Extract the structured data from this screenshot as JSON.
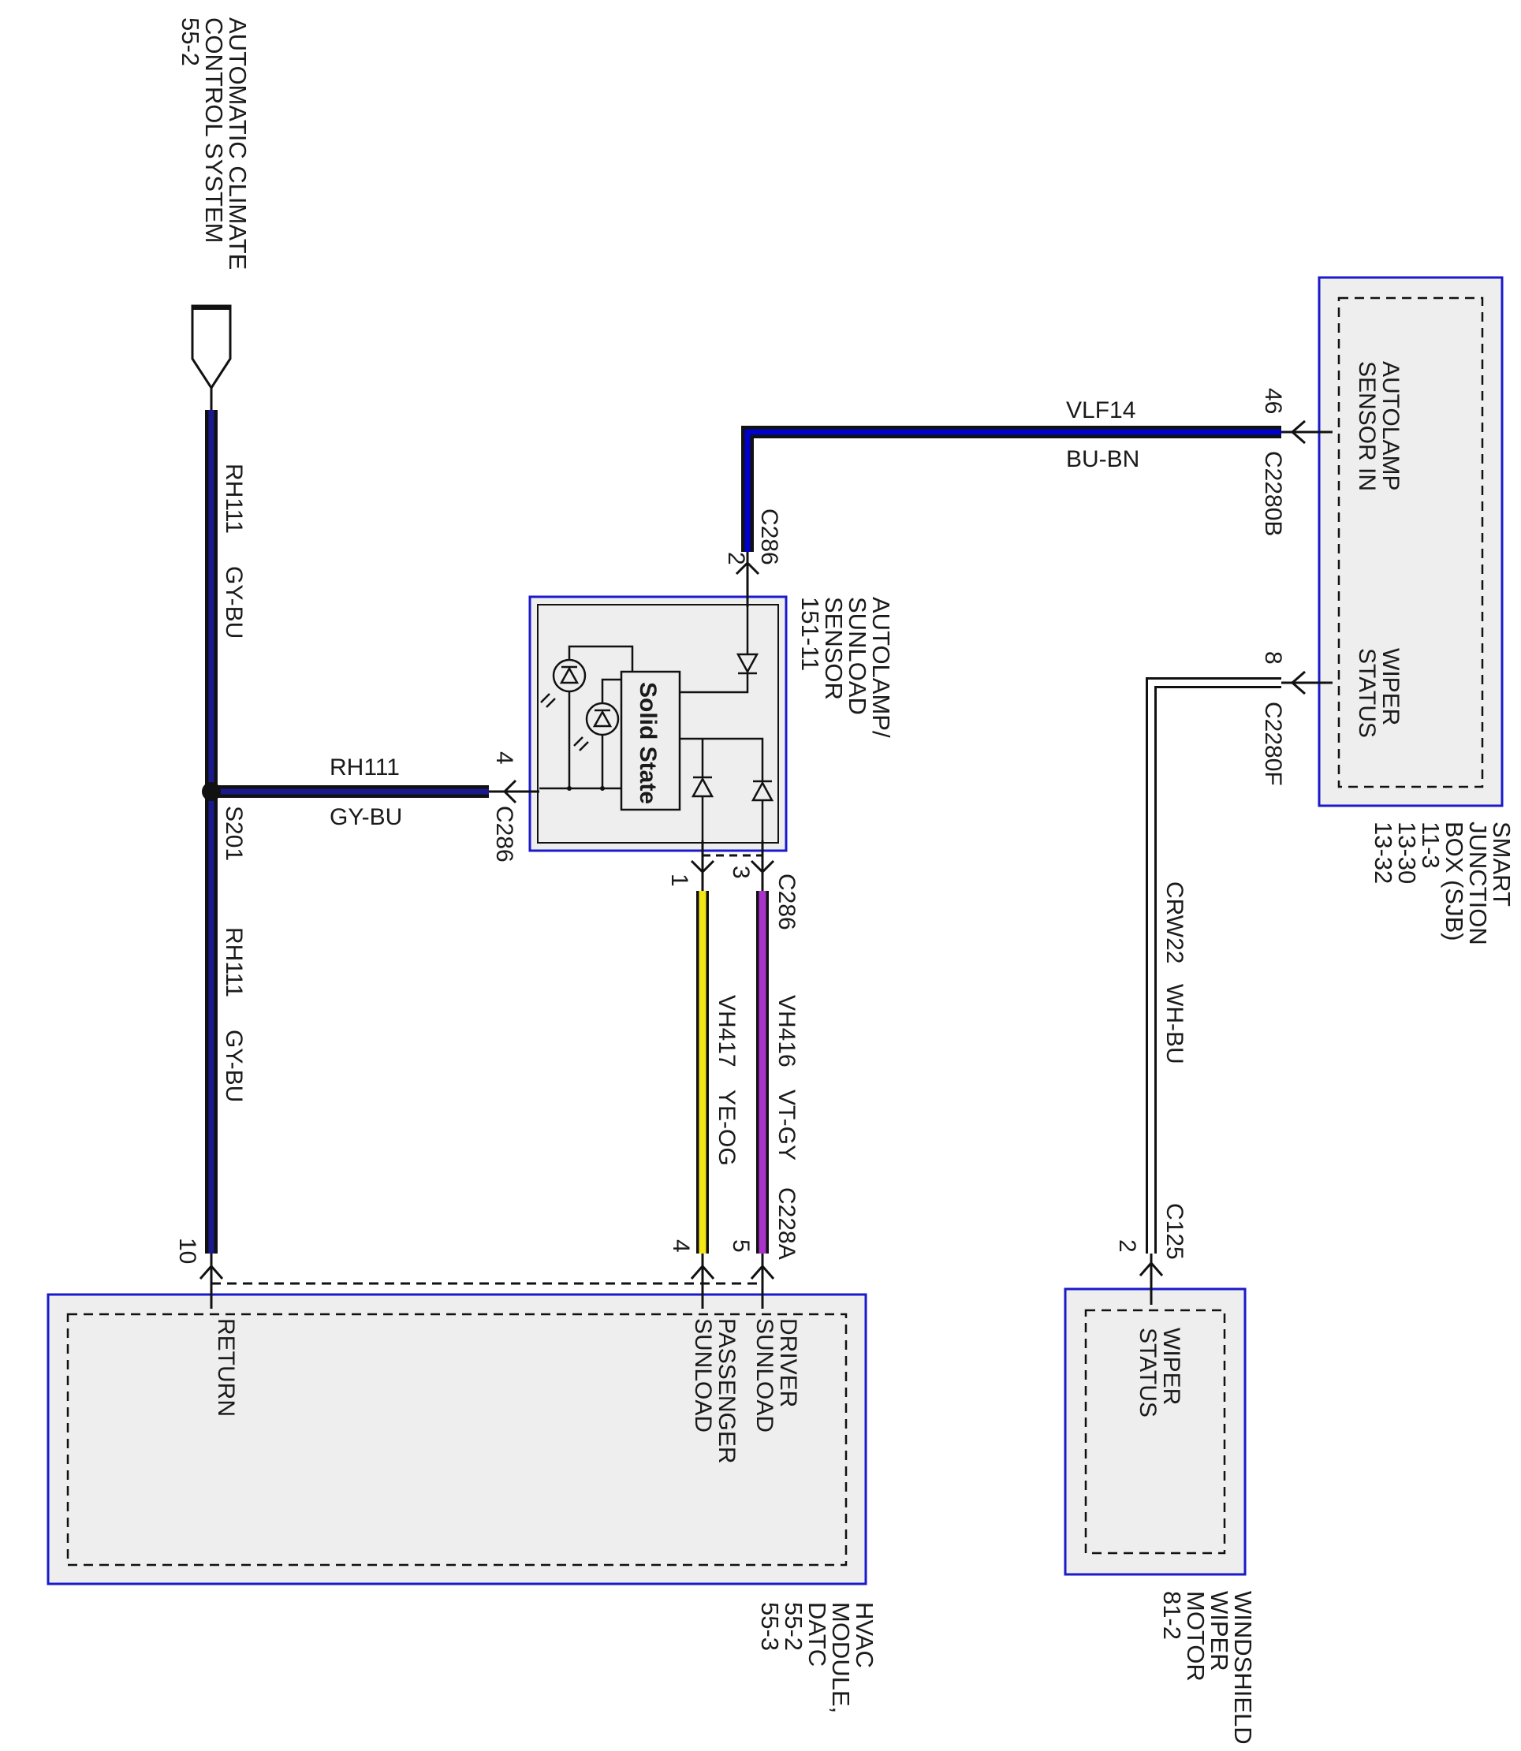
{
  "components": {
    "climate": {
      "lines": [
        "AUTOMATIC CLIMATE",
        "CONTROL SYSTEM",
        "55-2"
      ]
    },
    "sjb": {
      "lines": [
        "SMART",
        "JUNCTION",
        "BOX (SJB)",
        "11-3",
        "13-30",
        "13-32"
      ],
      "pins": [
        {
          "lines": [
            "AUTOLAMP",
            "SENSOR IN"
          ],
          "pin": "46",
          "connector": "C2280B"
        },
        {
          "lines": [
            "WIPER",
            "STATUS"
          ],
          "pin": "8",
          "connector": "C2280F"
        }
      ]
    },
    "sensor": {
      "lines": [
        "AUTOLAMP/",
        "SUNLOAD",
        "SENSOR",
        "151-11"
      ],
      "internal_label": "Solid State"
    },
    "hvac": {
      "lines": [
        "HVAC",
        "MODULE,",
        "DATC",
        "55-2",
        "55-3"
      ],
      "pins": [
        {
          "lines": [
            "DRIVER",
            "SUNLOAD"
          ],
          "pin": "5"
        },
        {
          "lines": [
            "PASSENGER",
            "SUNLOAD"
          ],
          "pin": "4"
        },
        {
          "lines": [
            "RETURN"
          ],
          "pin": "10"
        }
      ],
      "connector": "C228A"
    },
    "wiper": {
      "lines": [
        "WINDSHIELD",
        "WIPER",
        "MOTOR",
        "81-2"
      ],
      "pin_lines": [
        "WIPER",
        "STATUS"
      ],
      "pin": "2",
      "connector": "C125"
    }
  },
  "wires": [
    {
      "circuit": "RH111",
      "color_code": "GY-BU",
      "stroke": "#1a1a8c",
      "segment": "upper"
    },
    {
      "circuit": "RH111",
      "color_code": "GY-BU",
      "stroke": "#1a1a8c",
      "segment": "lower"
    },
    {
      "circuit": "RH111",
      "color_code": "GY-BU",
      "stroke": "#1a1a8c",
      "segment": "branch"
    },
    {
      "circuit": "VLF14",
      "color_code": "BU-BN",
      "stroke": "#0000cc"
    },
    {
      "circuit": "VH416",
      "color_code": "VT-GY",
      "stroke": "#aa33cc"
    },
    {
      "circuit": "VH417",
      "color_code": "YE-OG",
      "stroke": "#f5e616"
    },
    {
      "circuit": "CRW22",
      "color_code": "WH-BU",
      "stroke": "#ffffff"
    }
  ],
  "splice": {
    "id": "S201"
  },
  "connectors": {
    "sensor_c286": {
      "id": "C286",
      "pins": {
        "top": "2",
        "left": "4",
        "bottom_right": "3",
        "bottom_left": "1"
      }
    }
  },
  "colors": {
    "box_border": "#1a1acc",
    "box_fill": "#eeeeee",
    "line": "#111111"
  }
}
